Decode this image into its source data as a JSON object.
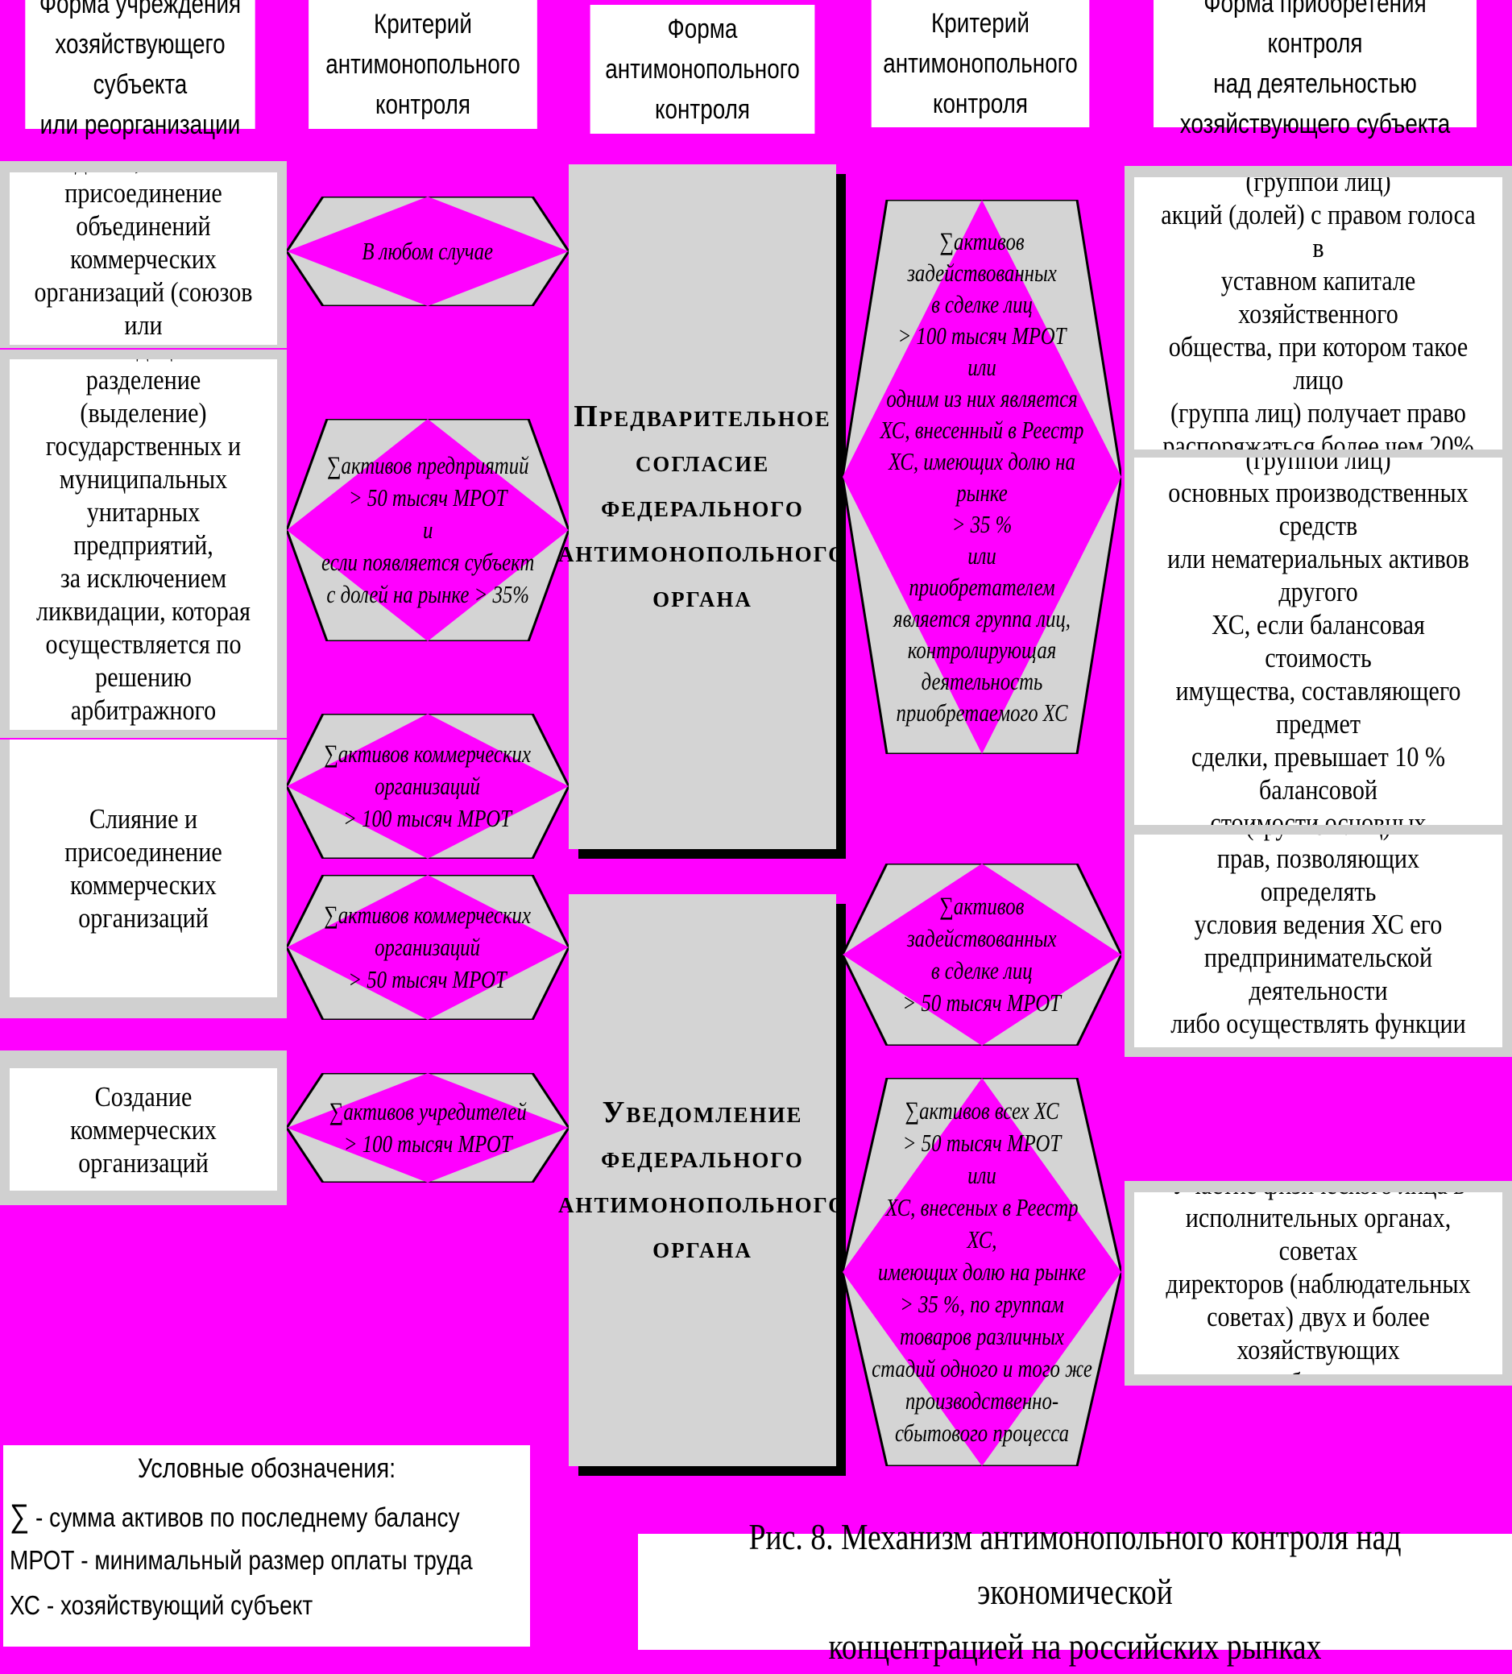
{
  "headers": [
    "Форма учреждения\nхозяйствующего субъекта\nили реорганизации",
    "Критерий\nантимонопольного\nконтроля",
    "Форма\nантимонопольного\nконтроля",
    "Критерий\nантимонопольного\nконтроля",
    "Форма приобретения контроля\nнад деятельностью\nхозяйствующего субъекта"
  ],
  "left_boxes": [
    "Создание, слияние и\nприсоединение\nобъединений коммерческих\nорганизаций (союзов или\nассоциаций)",
    "Ликвидация и разделение\n(выделение)\nгосударственных и\nмуниципальных\nунитарных предприятий,\nза исключением\nликвидации, которая\nосуществляется по\nрешению арбитражного\nсуда",
    "Слияние и присоединение\nкоммерческих организаций",
    "Создание коммерческих\nорганизаций"
  ],
  "left_criteria": [
    "В любом случае",
    "∑активов предприятий\n> 50 тысяч МРОТ\nи\nесли появляется субъект\nс долей на рынке > 35%",
    "∑активов коммерческих\nорганизаций\n> 100 тысяч МРОТ",
    "∑активов коммерческих\nорганизаций\n> 50 тысяч МРОТ",
    "∑активов учредителей\n> 100 тысяч МРОТ"
  ],
  "center": [
    "Предварительное\nсогласие\nфедерального\nантимонопольного\nоргана",
    "Уведомление\nфедерального\nантимонопольного\nоргана"
  ],
  "right_criteria": [
    "∑активов\nзадействованных\nв сделке лиц\n> 100 тысяч МРОТ\nили\nодним из них является\nХС, внесенный в Реестр\nХС, имеющих долю на\nрынке\n> 35 %\nили\nприобретателем\nявляется группа лиц,\nконтролирующая\nдеятельность\nприобретаемого ХС",
    "∑активов\nзадействованных\nв сделке лиц\n> 50 тысяч МРОТ",
    "∑активов всех ХС\n> 50 тысяч МРОТ\nили\nХС, внесеных в Реестр ХС,\nимеющих долю на рынке\n> 35 %, по группам\nтоваров различных\nстадий одного и того же\nпроизводственно-\nсбытового процесса"
  ],
  "right_boxes": [
    "Приобретение лицом (группой лиц)\nакций (долей) с правом голоса в\nуставном капитале хозяйственного\nобщества, при котором такое лицо\n(группа лиц) получает право\nраспоряжаться более чем 20%\nуказанных акций (долей)",
    "Получение в собственность или\nпользование одним ХС (группой лиц)\nосновных производственных средств\nили нематериальных активов другого\nХС, если балансовая стоимость\nимущества, составляющего предмет\nсделки, превышает 10 % балансовой\nстоимости основных\nпроизводственных средств и\nнематериальных активов ХС,\nотчуждающего имущества",
    "Приобретение лицом (группой лиц)\nправ, позволяющих определять\nусловия ведения ХС его\nпредпринимательской деятельности\nлибо осуществлять функции его\nисполнительного органа",
    "Участие физического лица в\nисполнительных органах, советах\nдиректоров (наблюдательных\nсоветах) двух и более хозяйствующих\nсубъектов"
  ],
  "legend": {
    "title": "Условные обозначения:",
    "sum_symbol": "∑",
    "sum_text": " - сумма активов по последнему балансу",
    "mrot_abbr": "МРОТ",
    "mrot_text": " - минимальный размер оплаты труда",
    "xc_abbr": "ХС",
    "xc_text": " - хозяйствующий субъект"
  },
  "caption": "Рис. 8. Механизм антимонопольного контроля над экономической\nконцентрацией на российских рынках",
  "colors": {
    "background": "#ff00ff",
    "shape_fill": "#d4d4d4",
    "diamond": "#ff00ff"
  }
}
